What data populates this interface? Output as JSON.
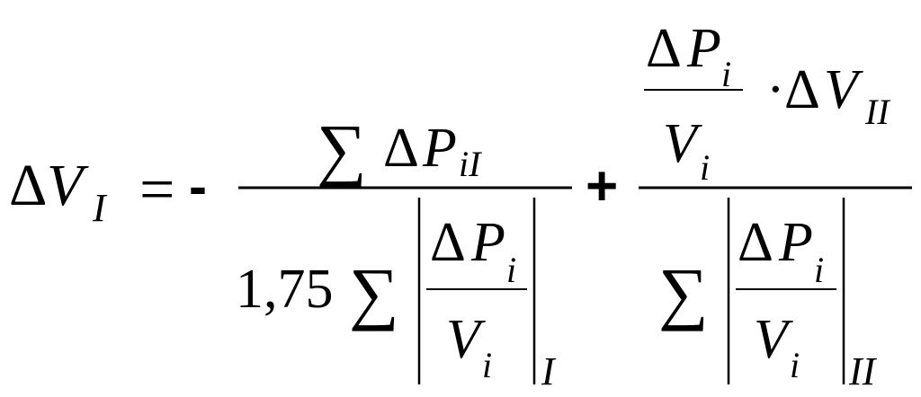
{
  "formula": {
    "lhs": {
      "delta": "Δ",
      "var": "V",
      "sub": "I"
    },
    "equals": "=",
    "minus": "-",
    "plus": "+",
    "frac1": {
      "num": {
        "sigma": "∑",
        "delta": "Δ",
        "var": "P",
        "sub": "iI"
      },
      "den": {
        "coef": "1,75",
        "sigma": "∑",
        "inner_num": {
          "delta": "Δ",
          "var": "P",
          "sub": "i"
        },
        "inner_den": {
          "var": "V",
          "sub": "i"
        },
        "abs_sub": "I"
      }
    },
    "frac2": {
      "num": {
        "inner_num": {
          "delta": "Δ",
          "var": "P",
          "sub": "i"
        },
        "inner_den": {
          "var": "V",
          "sub": "i"
        },
        "dot": "·",
        "delta": "Δ",
        "var": "V",
        "sub": "II"
      },
      "den": {
        "sigma": "∑",
        "inner_num": {
          "delta": "Δ",
          "var": "P",
          "sub": "i"
        },
        "inner_den": {
          "var": "V",
          "sub": "i"
        },
        "abs_sub": "II"
      }
    }
  }
}
